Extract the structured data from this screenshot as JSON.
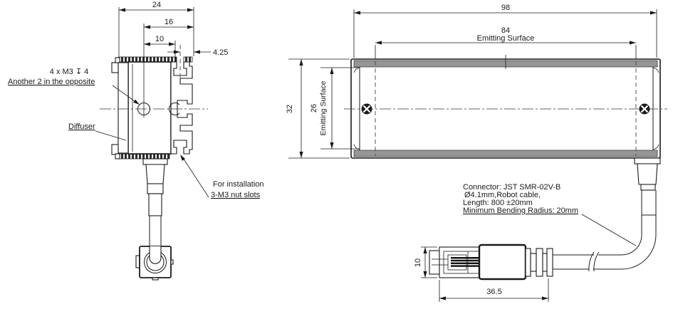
{
  "left_view": {
    "dim_24": "24",
    "dim_16": "16",
    "dim_10": "10",
    "dim_4_25": "4.25",
    "thread_note_line1": "4 x M3 ↧ 4",
    "thread_note_line2": "Another 2 in the opposite",
    "diffuser_label": "Diffuser",
    "install_note_line1": "For installation",
    "install_note_line2": "3-M3 nut slots"
  },
  "right_view": {
    "dim_98": "98",
    "dim_84": "84",
    "emitting_surface_top": "Emitting Surface",
    "dim_32": "32",
    "dim_26": "26",
    "emitting_surface_side": "Emitting Surface"
  },
  "connector": {
    "note_line1": "Connector: JST SMR-02V-B",
    "note_line2": "Ø4.1mm,Robot cable,",
    "note_line3": "Length: 800 ±20mm",
    "note_line4": "Minimum Bending Radius: 20mm",
    "dim_10": "10",
    "dim_36_5": "36.5"
  },
  "colors": {
    "line": "#1a1a1a",
    "strip_gray": "#969696",
    "hatch_dark": "#2e2e2e",
    "background": "#ffffff"
  }
}
